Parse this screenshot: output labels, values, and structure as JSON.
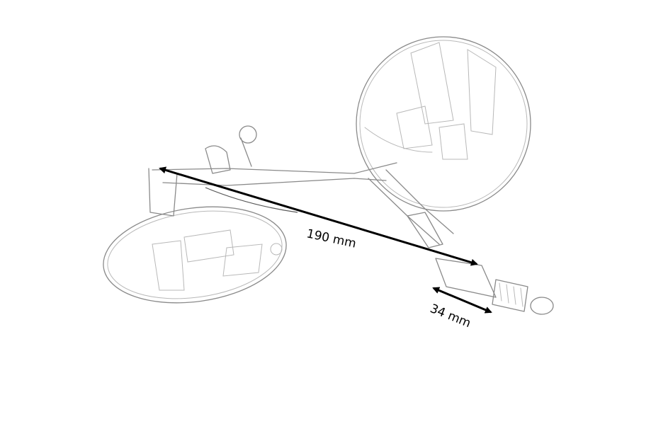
{
  "diagram": {
    "subject": "motorcycle-mirror-line-drawing",
    "dimensions": [
      {
        "id": "overall-length",
        "label": "190 mm"
      },
      {
        "id": "bolt-length",
        "label": "34 mm"
      }
    ]
  }
}
